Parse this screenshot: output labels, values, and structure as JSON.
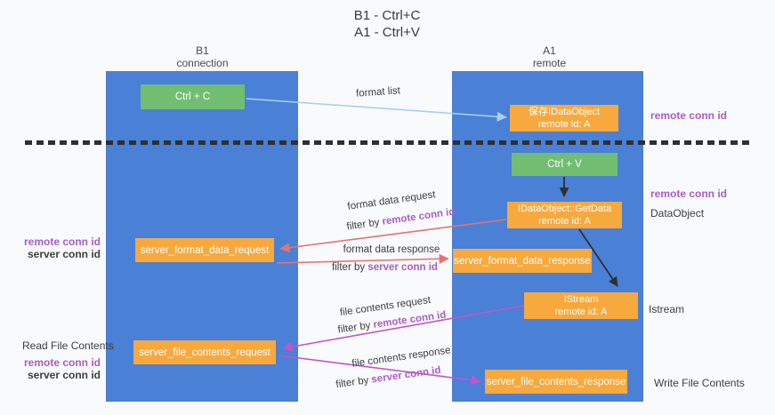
{
  "title": {
    "line1": "B1 - Ctrl+C",
    "line2": "A1 - Ctrl+V"
  },
  "columns": {
    "left": {
      "name": "B1",
      "role": "connection"
    },
    "right": {
      "name": "A1",
      "role": "remote"
    }
  },
  "nodes": {
    "ctrl_c": "Ctrl + C",
    "ctrl_v": "Ctrl + V",
    "save_idataobject": {
      "line1": "保存IDataObject",
      "line2": "remote id: A"
    },
    "getdata": {
      "line1": "IDataObject::GetData",
      "line2": "remote id: A"
    },
    "istream": {
      "line1": "IStream",
      "line2": "remote id: A"
    },
    "server_format_data_request": "server_format_data_request",
    "server_format_data_response": "server_format_data_response",
    "server_file_contents_request": "server_file_contents_request",
    "server_file_contents_response": "server_file_contents_response"
  },
  "edge_labels": {
    "format_list": "format list",
    "format_data_request": "format data request",
    "format_data_response": "format data response",
    "file_contents_request": "file contents request",
    "file_contents_response": "file contents response"
  },
  "shared": {
    "filter_by": "filter by",
    "remote_conn_id": "remote conn id",
    "server_conn_id": "server conn id"
  },
  "side_labels": {
    "dataobject": "DataObject",
    "istream": "Istream",
    "read_file_contents": "Read File Contents",
    "write_file_contents": "Write File Contents"
  },
  "colors": {
    "col-blue": "#4a80d5",
    "green": "#71be72",
    "orange": "#f7a93e",
    "purple": "#a85cc8",
    "grntxt": "#5cb567",
    "lblue": "#a9cfef",
    "red": "#e87173",
    "magenta": "#c355c8",
    "black": "#2f2f2f"
  }
}
